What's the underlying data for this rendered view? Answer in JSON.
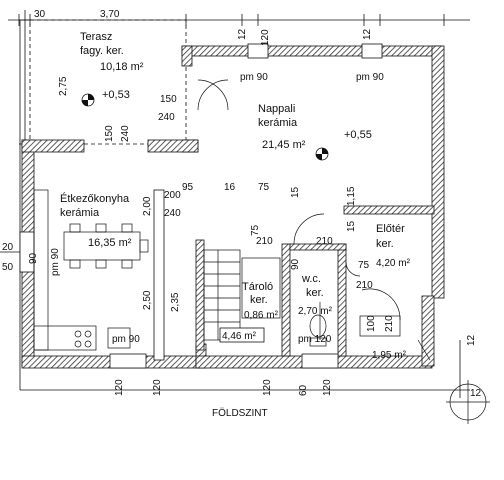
{
  "title": "FÖLDSZINT",
  "rooms": {
    "terasz": {
      "name": "Terasz",
      "floor": "fagy. ker.",
      "area": "10,18 m²",
      "level": "+0,53"
    },
    "nappali": {
      "name": "Nappali",
      "floor": "kerámia",
      "area": "21,45 m²",
      "level": "+0,55"
    },
    "etkezo": {
      "name": "Étkezőkonyha",
      "floor": "kerámia",
      "area": "16,35 m²"
    },
    "eloter": {
      "name": "Előtér",
      "floor": "ker.",
      "area": "4,20 m²"
    },
    "wc": {
      "name": "w.c.",
      "floor": "ker.",
      "area": "2,70 m²"
    },
    "tarolo": {
      "name": "Tároló",
      "floor": "ker.",
      "area": "0,86 m²"
    },
    "stair": {
      "area": "4,46 m²"
    },
    "entry": {
      "area": "1,95 m²"
    }
  },
  "dims": {
    "top_30": "30",
    "top_370": "3,70",
    "top_12a": "12",
    "top_120": "120",
    "top_12b": "12",
    "left_275": "2,75",
    "left_20": "20",
    "left_50": "50",
    "t150": "150",
    "t240": "240",
    "door_150": "150",
    "door_240": "240",
    "v200": "2,00",
    "v250": "2,50",
    "v235": "2,35",
    "d95": "95",
    "d16": "16",
    "d75a": "75",
    "d200": "200",
    "d240b": "240",
    "d210a": "210",
    "d75b": "75",
    "d210b": "210",
    "d15a": "15",
    "d15b": "15",
    "d90a": "90",
    "d75c": "75",
    "d210c": "210",
    "d100": "100",
    "d210d": "210",
    "d115": "1,15",
    "r12": "12",
    "bottom_120a": "120",
    "bottom_120b": "120",
    "bottom_120c": "120",
    "bottom_60": "60",
    "bottom_120d": "120",
    "bottom_12": "12",
    "pm90_l": "pm 90",
    "pm90_top1": "pm 90",
    "pm90_top2": "pm 90",
    "pm90_bot": "pm 90",
    "pm120_bot": "pm 120",
    "v100": "100",
    "v90": "90"
  }
}
